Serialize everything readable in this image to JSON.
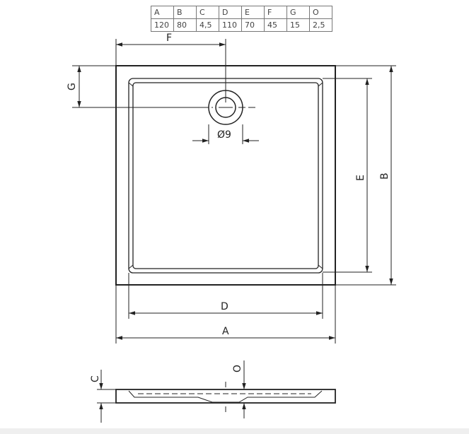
{
  "table": {
    "headers": [
      "A",
      "B",
      "C",
      "D",
      "E",
      "F",
      "G",
      "O"
    ],
    "values": [
      "120",
      "80",
      "4,5",
      "110",
      "70",
      "45",
      "15",
      "2,5"
    ]
  },
  "labels": {
    "A": "A",
    "B": "B",
    "C": "C",
    "D": "D",
    "E": "E",
    "F": "F",
    "G": "G",
    "O": "O",
    "drain": "Ø9"
  }
}
